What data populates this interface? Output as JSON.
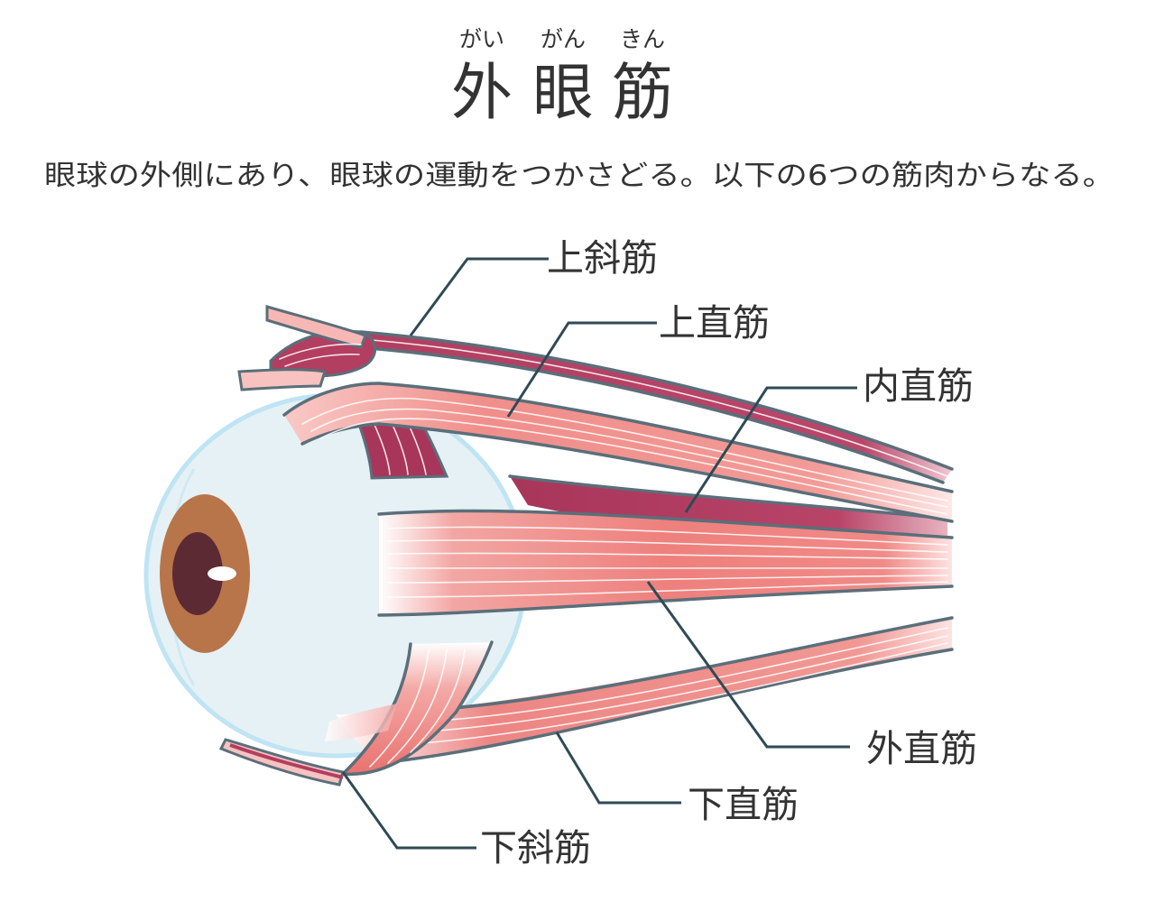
{
  "heading": {
    "ruby": [
      "がい",
      "がん",
      "きん"
    ],
    "title": [
      "外",
      "眼",
      "筋"
    ]
  },
  "subtitle": "眼球の外側にあり、眼球の運動をつかさどる。以下の6つの筋肉からなる。",
  "labels": {
    "superior_oblique": "上斜筋",
    "superior_rectus": "上直筋",
    "medial_rectus": "内直筋",
    "lateral_rectus": "外直筋",
    "inferior_rectus": "下直筋",
    "inferior_oblique": "下斜筋"
  },
  "colors": {
    "eyeball": "#e6f1f5",
    "eyeball_rim": "#bfe4f3",
    "iris": "#b8754a",
    "pupil": "#5c2a32",
    "muscle_light": "#f08a87",
    "muscle_dark": "#b23e60",
    "leader": "#2f4a56"
  }
}
